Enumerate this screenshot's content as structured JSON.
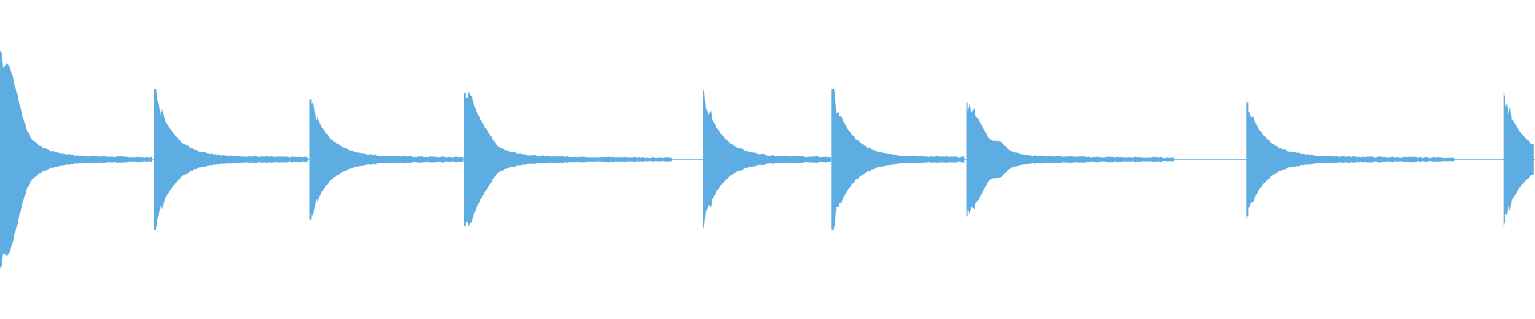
{
  "waveform": {
    "color": "#5dade2",
    "background": "#ffffff",
    "onsets": [
      0.0,
      0.1005,
      0.2018,
      0.3025,
      0.4578,
      0.5419,
      0.6295,
      0.8122,
      0.9796
    ],
    "peak_levels": [
      0.62,
      0.42,
      0.36,
      0.4,
      0.39,
      0.42,
      0.34,
      0.34,
      0.38
    ],
    "secondary_bumps": [
      [
        {
          "offset": 0.006,
          "level": 0.17
        },
        {
          "offset": 0.012,
          "level": 0.09
        }
      ],
      [],
      [],
      [
        {
          "offset": 0.006,
          "level": 0.08
        },
        {
          "offset": 0.014,
          "level": 0.05
        }
      ],
      [],
      [],
      [
        {
          "offset": 0.008,
          "level": 0.06
        },
        {
          "offset": 0.022,
          "level": 0.04
        }
      ],
      [],
      []
    ]
  }
}
